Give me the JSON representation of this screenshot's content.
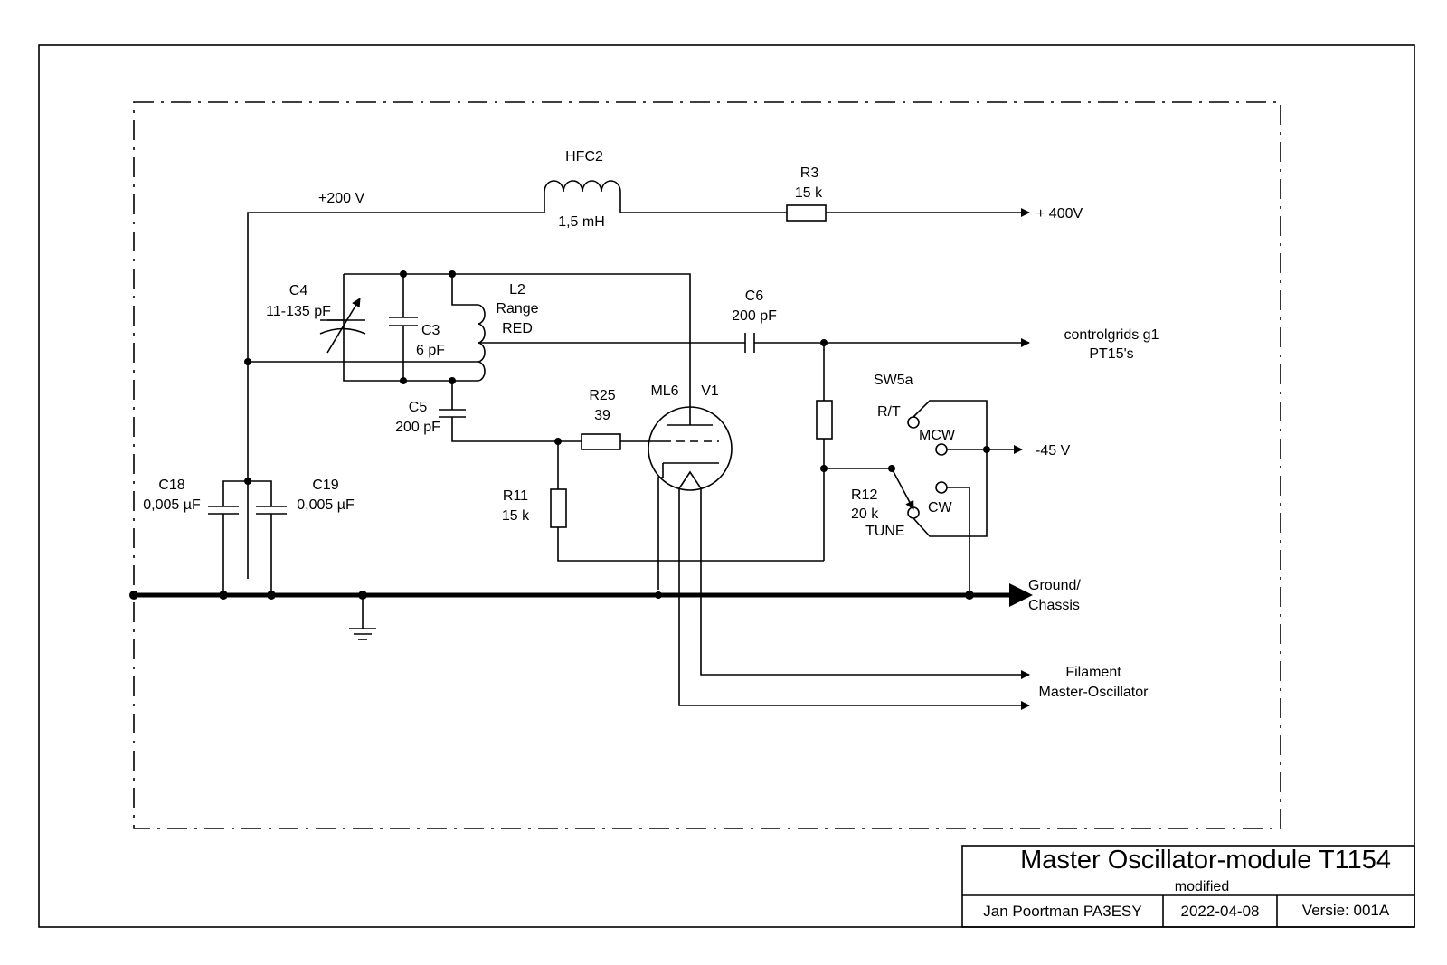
{
  "labels": {
    "hfc2": "HFC2",
    "hfc2_value": "1,5 mH",
    "v200": "+200 V",
    "r3": "R3",
    "r3_value": "15 k",
    "v400": "+ 400V",
    "c4": "C4",
    "c4_value": "11-135 pF",
    "c3": "C3",
    "c3_value": "6 pF",
    "l2": "L2",
    "l2_range": "Range",
    "l2_red": "RED",
    "c6": "C6",
    "c6_value": "200 pF",
    "grids_1": "controlgrids g1",
    "grids_2": "PT15's",
    "c5": "C5",
    "c5_value": "200 pF",
    "r25": "R25",
    "r25_value": "39",
    "ml6": "ML6",
    "v1": "V1",
    "sw5a": "SW5a",
    "rt": "R/T",
    "mcw": "MCW",
    "v45": "-45 V",
    "r12": "R12",
    "r12_value": "20 k",
    "tune": "TUNE",
    "cw": "CW",
    "c18": "C18",
    "c18_value": "0,005 µF",
    "c19": "C19",
    "c19_value": "0,005 µF",
    "r11": "R11",
    "r11_value": "15 k",
    "ground_1": "Ground/",
    "ground_2": "Chassis",
    "filament_1": "Filament",
    "filament_2": "Master-Oscillator"
  },
  "title_block": {
    "title": "Master Oscillator-module T1154",
    "subtitle": "modified",
    "author": "Jan Poortman PA3ESY",
    "date": "2022-04-08",
    "version": "Versie: 001A"
  }
}
